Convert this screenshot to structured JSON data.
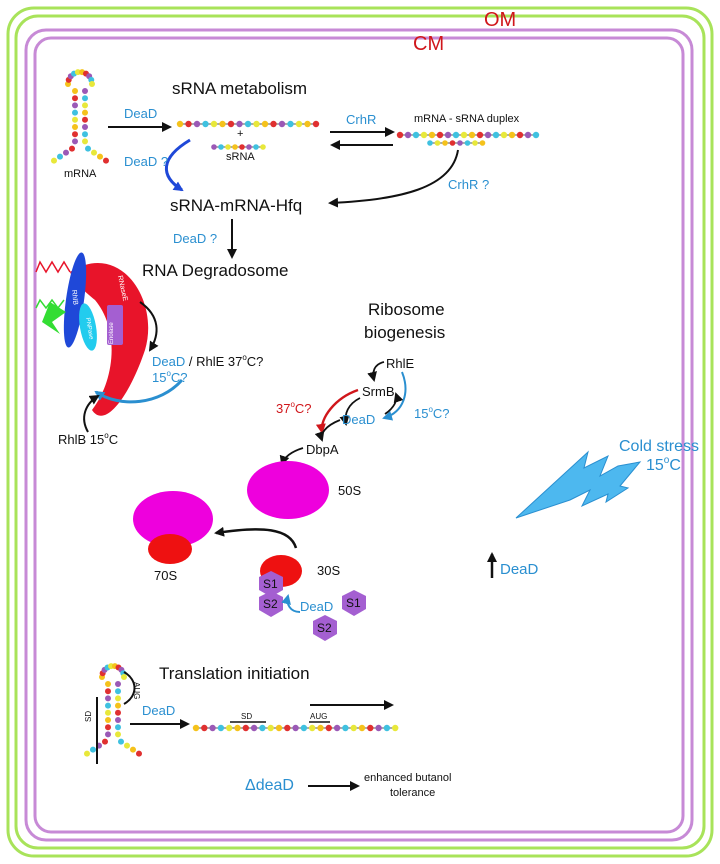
{
  "membranes": {
    "outer": "OM",
    "inner": "CM"
  },
  "sections": {
    "srna": {
      "title": "sRNA metabolism",
      "mrna": "mRNA",
      "plus": "+",
      "srna": "sRNA",
      "duplex": "mRNA - sRNA duplex",
      "dead": "DeaD",
      "dead_q": "DeaD ?",
      "crhr": "CrhR",
      "crhr_q": "CrhR ?",
      "complex": "sRNA-mRNA-Hfq",
      "dead_q2": "DeaD ?",
      "degradosome": "RNA Degradosome"
    },
    "degradosome": {
      "rnase": "RNaseE",
      "rhlb_in": "RhlB",
      "pnpase": "PNPase",
      "enolase": "Enolase",
      "dead_rhle": "DeaD",
      "rhle_37": " / RhlE 37",
      "deg_o": "o",
      "c_q": "C?",
      "t15": "15",
      "rhlb_15": "RhlB 15",
      "c": "C"
    },
    "ribosome": {
      "title1": "Ribosome",
      "title2": "biogenesis",
      "rhle": "RhlE",
      "srmb": "SrmB",
      "t37": "37",
      "dead": "DeaD",
      "t15": "15",
      "dbpa": "DbpA",
      "s50": "50S",
      "s30": "30S",
      "s70": "70S",
      "s1": "S1",
      "s2": "S2",
      "dead2": "DeaD"
    },
    "cold": {
      "line1": "Cold stress",
      "line2": "15",
      "unit": "C",
      "dead": "DeaD"
    },
    "translation": {
      "title": "Translation initiation",
      "sd": "SD",
      "aug": "AUG",
      "dead": "DeaD",
      "sd2": "SD",
      "aug2": "AUG"
    },
    "mutant": {
      "name": "ΔdeaD",
      "line1": "enhanced butanol",
      "line2": "tolerance"
    }
  },
  "colors": {
    "om": "#a8e35a",
    "cm": "#c78ad6",
    "label_red": "#d0161b",
    "text_blue": "#2a8fd0",
    "magenta": "#ee00dd",
    "ribo_red": "#ee1111",
    "purple": "#a45fd1",
    "rnase_red": "#e8142a",
    "rhlb_blue": "#1f48d8",
    "pnpase_cyan": "#22ccee",
    "green": "#33dd33",
    "bolt_blue": "#4db8ef"
  },
  "rna_bead_colors": [
    "#f5c21b",
    "#e03030",
    "#9b59b6",
    "#3fc1e0",
    "#e8e83a"
  ]
}
